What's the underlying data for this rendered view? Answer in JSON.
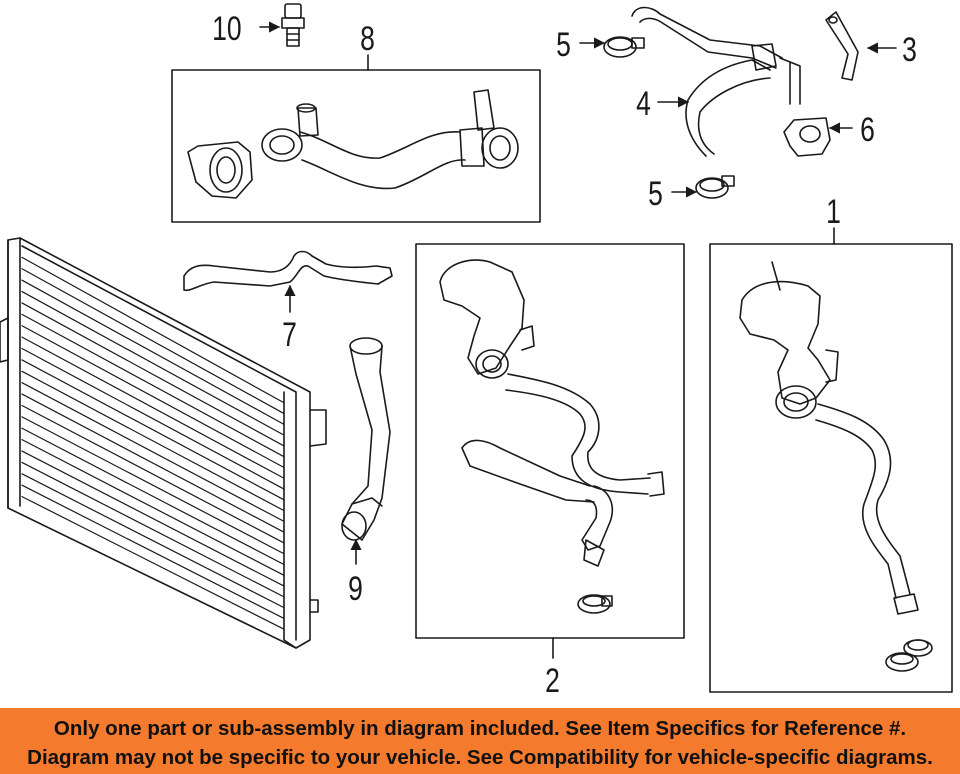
{
  "callouts": {
    "c1": "1",
    "c2": "2",
    "c3": "3",
    "c4": "4",
    "c5a": "5",
    "c5b": "5",
    "c6": "6",
    "c7": "7",
    "c8": "8",
    "c9": "9",
    "c10": "10"
  },
  "banner": {
    "line1": "Only one part or sub-assembly in diagram included. See Item Specifics for Reference #.",
    "line2": "Diagram may not be specific to your vehicle. See Compatibility for vehicle-specific diagrams."
  },
  "colors": {
    "banner_bg": "#f47a2e",
    "line": "#1a1a1a",
    "background": "#ffffff"
  }
}
